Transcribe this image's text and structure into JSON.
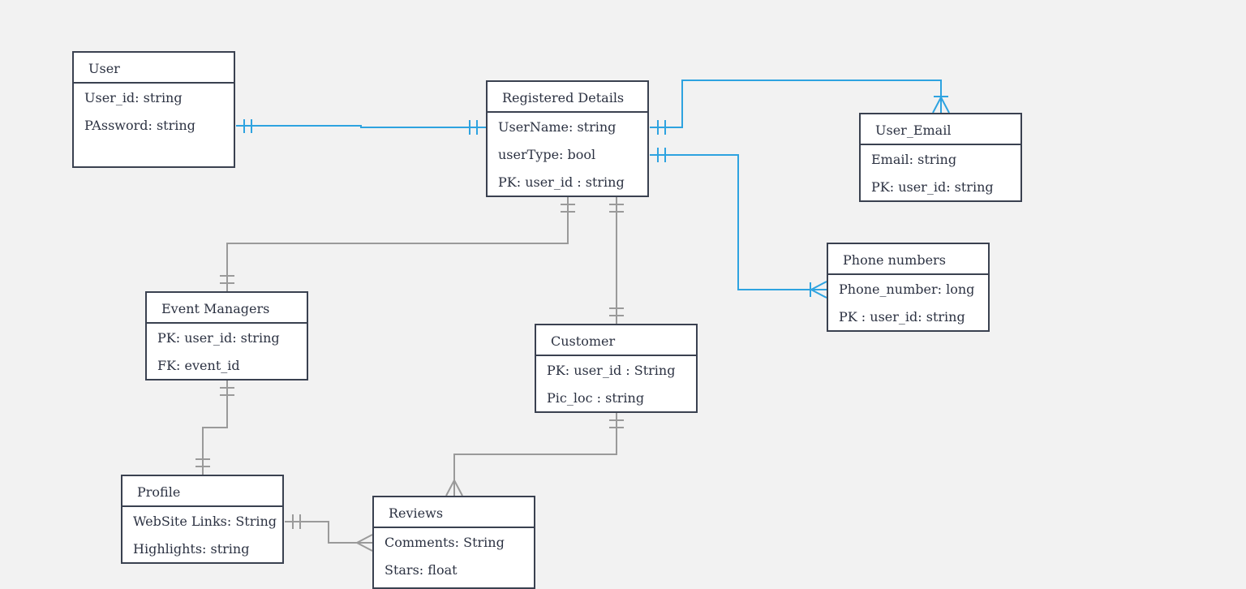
{
  "diagram": {
    "entities": {
      "user": {
        "title": "User",
        "fields": [
          "User_id: string",
          "PAssword: string"
        ]
      },
      "registered": {
        "title": "Registered Details",
        "fields": [
          "UserName: string",
          "userType: bool",
          "PK: user_id : string"
        ]
      },
      "user_email": {
        "title": "User_Email",
        "fields": [
          "Email: string",
          "PK: user_id: string"
        ]
      },
      "phone": {
        "title": "Phone numbers",
        "fields": [
          "Phone_number: long",
          "PK : user_id: string"
        ]
      },
      "event_managers": {
        "title": "Event Managers",
        "fields": [
          "PK: user_id: string",
          "FK: event_id"
        ]
      },
      "customer": {
        "title": "Customer",
        "fields": [
          "PK: user_id : String",
          "Pic_loc : string"
        ]
      },
      "profile": {
        "title": "Profile",
        "fields": [
          "WebSite Links: String",
          "Highlights: string"
        ]
      },
      "reviews": {
        "title": "Reviews",
        "fields": [
          "Comments: String",
          "Stars: float"
        ]
      }
    },
    "relationships": [
      {
        "from": "user",
        "to": "registered",
        "from_end": "one-only",
        "to_end": "one-only",
        "color": "#2ea3e0"
      },
      {
        "from": "registered",
        "to": "user_email",
        "from_end": "one-only",
        "to_end": "one-or-many",
        "color": "#2ea3e0"
      },
      {
        "from": "registered",
        "to": "phone",
        "from_end": "one-only",
        "to_end": "one-or-many",
        "color": "#2ea3e0"
      },
      {
        "from": "registered",
        "to": "event_managers",
        "from_end": "one-only",
        "to_end": "one-only",
        "color": "#9a9a9a"
      },
      {
        "from": "registered",
        "to": "customer",
        "from_end": "one-only",
        "to_end": "one-only",
        "color": "#9a9a9a"
      },
      {
        "from": "event_managers",
        "to": "profile",
        "from_end": "one-only",
        "to_end": "one-only",
        "color": "#9a9a9a"
      },
      {
        "from": "customer",
        "to": "reviews",
        "from_end": "one-only",
        "to_end": "many",
        "color": "#9a9a9a"
      },
      {
        "from": "profile",
        "to": "reviews",
        "from_end": "one-only",
        "to_end": "many",
        "color": "#9a9a9a"
      }
    ],
    "colors": {
      "blue_connector": "#2ea3e0",
      "gray_connector": "#9a9a9a",
      "entity_border": "#3a4150",
      "background": "#f2f2f2"
    }
  }
}
